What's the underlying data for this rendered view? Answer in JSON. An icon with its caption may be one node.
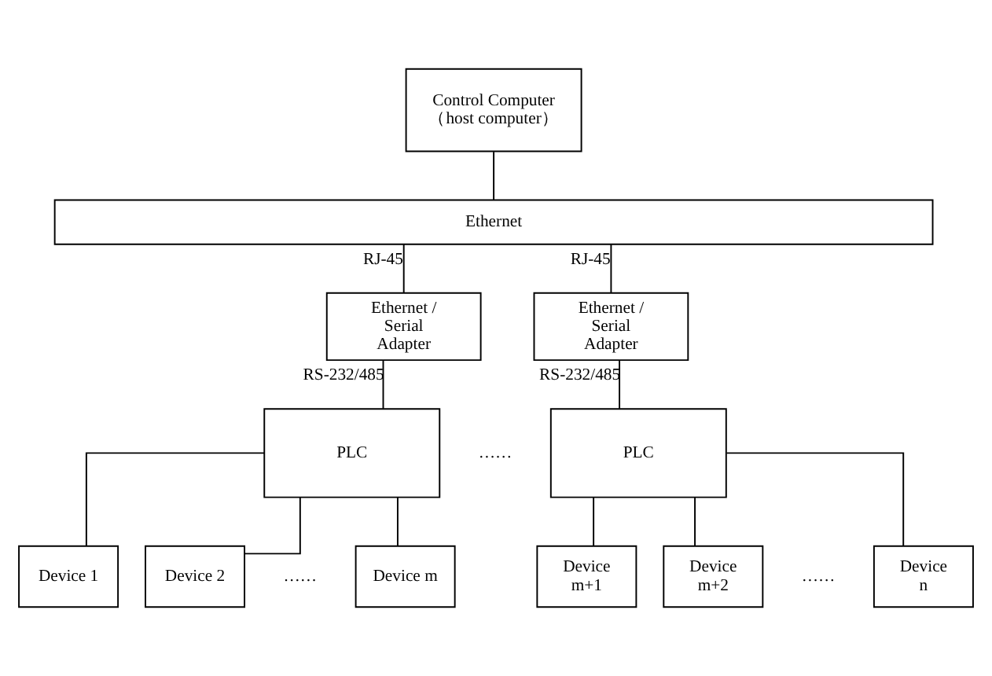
{
  "diagram": {
    "nodes": [
      {
        "text": [
          "Control Computer （host computer）"
        ]
      },
      {
        "text": [
          "Ethernet"
        ]
      },
      {
        "text": [
          "Ethernet / Serial Adapter"
        ]
      },
      {
        "text": [
          "Ethernet / Serial Adapter"
        ]
      },
      {
        "text": [
          "PLC"
        ]
      },
      {
        "text": [
          "PLC"
        ]
      },
      {
        "text": [
          "Device 1"
        ]
      },
      {
        "text": [
          "Device 2"
        ]
      },
      {
        "text": [
          "Device m"
        ]
      },
      {
        "text": [
          "Device m+1"
        ]
      },
      {
        "text": [
          "Device m+2"
        ]
      },
      {
        "text": [
          "Device n"
        ]
      }
    ],
    "edges": [
      {
        "from": 0,
        "to": 1,
        "arrow": "none"
      },
      {
        "from": 1,
        "to": 2,
        "arrow": "none",
        "label": "RJ-45"
      },
      {
        "from": 1,
        "to": 3,
        "arrow": "none",
        "label": "RJ-45"
      },
      {
        "from": 2,
        "to": 4,
        "arrow": "none",
        "label": "RS-232/485"
      },
      {
        "from": 3,
        "to": 5,
        "arrow": "none",
        "label": "RS-232/485"
      },
      {
        "from": 4,
        "to": 6,
        "arrow": "none"
      },
      {
        "from": 4,
        "to": 7,
        "arrow": "none"
      },
      {
        "from": 4,
        "to": 8,
        "arrow": "none"
      },
      {
        "from": 5,
        "to": 9,
        "arrow": "none"
      },
      {
        "from": 5,
        "to": 10,
        "arrow": "none"
      },
      {
        "from": 5,
        "to": 11,
        "arrow": "none"
      }
    ],
    "labels": [
      "……",
      "……",
      "……"
    ]
  }
}
